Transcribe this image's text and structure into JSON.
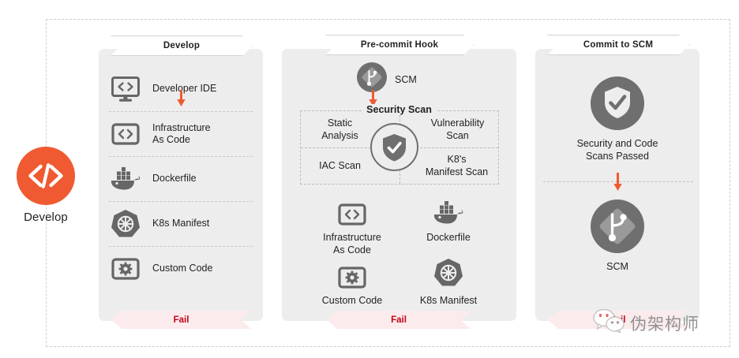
{
  "brand": {
    "label": "Develop",
    "accent_color": "#F05A32",
    "icon": "code-brackets-icon"
  },
  "colors": {
    "panel_bg": "#ededed",
    "accent_orange": "#F05A32",
    "fail_text": "#c00418",
    "fail_bg": "#fcebec",
    "icon_gray": "#666666"
  },
  "panels": [
    {
      "id": "develop",
      "header": "Develop",
      "footer": "Fail",
      "items": [
        {
          "label": "Developer IDE",
          "icon": "monitor-code-icon"
        },
        {
          "label": "Infrastructure\nAs Code",
          "line1": "Infrastructure",
          "line2": "As Code",
          "icon": "code-window-icon"
        },
        {
          "label": "Dockerfile",
          "icon": "docker-whale-icon"
        },
        {
          "label": "K8s Manifest",
          "icon": "kubernetes-icon"
        },
        {
          "label": "Custom Code",
          "icon": "gear-window-icon"
        }
      ]
    },
    {
      "id": "precommit",
      "header": "Pre-commit Hook",
      "footer": "Fail",
      "scm_label": "SCM",
      "scm_icon": "scm-git-icon",
      "security_scan": {
        "title": "Security Scan",
        "center_icon": "shield-check-icon",
        "quadrants": [
          {
            "position": "top-left",
            "line1": "Static",
            "line2": "Analysis"
          },
          {
            "position": "top-right",
            "line1": "Vulnerability",
            "line2": "Scan"
          },
          {
            "position": "bottom-left",
            "line1": "IAC Scan",
            "line2": ""
          },
          {
            "position": "bottom-right",
            "line1": "K8's",
            "line2": "Manifest  Scan"
          }
        ]
      },
      "artifacts": [
        {
          "line1": "Infrastructure",
          "line2": "As Code",
          "icon": "code-window-icon"
        },
        {
          "line1": "Dockerfile",
          "line2": "",
          "icon": "docker-whale-icon"
        },
        {
          "line1": "Custom Code",
          "line2": "",
          "icon": "gear-window-icon"
        },
        {
          "line1": "K8s Manifest",
          "line2": "",
          "icon": "kubernetes-icon"
        }
      ]
    },
    {
      "id": "commit",
      "header": "Commit to SCM",
      "footer": "Fail",
      "items": [
        {
          "line1": "Security and Code",
          "line2": "Scans Passed",
          "icon": "shield-check-circle-icon"
        },
        {
          "line1": "SCM",
          "line2": "",
          "icon": "scm-git-icon"
        }
      ]
    }
  ],
  "watermark": {
    "text": "伪架构师",
    "icon": "wechat-icon"
  }
}
